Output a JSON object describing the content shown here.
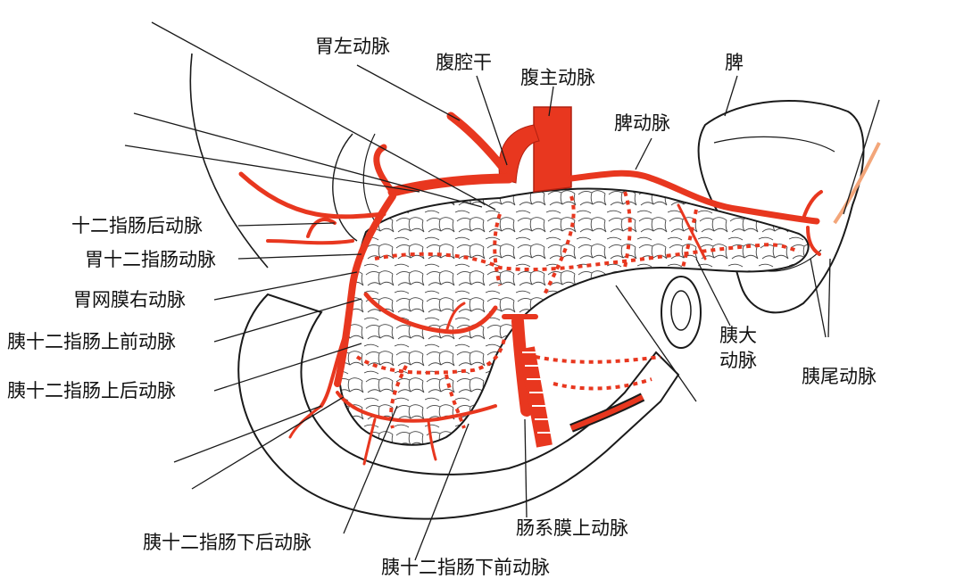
{
  "labels": {
    "left_gastric_artery": "胃左动脉",
    "celiac_trunk": "腹腔干",
    "aorta": "腹主动脉",
    "spleen": "脾",
    "splenic_artery": "脾动脉",
    "posterior_duodenal_artery": "十二指肠后动脉",
    "gastroduodenal_artery": "胃十二指肠动脉",
    "right_gastroepiploic_artery": "胃网膜右动脉",
    "ant_sup_pancreaticoduodenal_artery": "胰十二指肠上前动脉",
    "post_sup_pancreaticoduodenal_artery": "胰十二指肠上后动脉",
    "great_pancreatic_artery_line1": "胰大",
    "great_pancreatic_artery_line2": "动脉",
    "caudal_pancreatic_artery": "胰尾动脉",
    "superior_mesenteric_artery": "肠系膜上动脉",
    "post_inf_pancreaticoduodenal_artery": "胰十二指肠下后动脉",
    "ant_inf_pancreaticoduodenal_artery": "胰十二指肠下前动脉"
  },
  "colors": {
    "artery": "#e8371f",
    "artery_dark": "#b02010",
    "outline": "#1a1a1a",
    "background": "#ffffff",
    "vein": "#f3a67a"
  }
}
